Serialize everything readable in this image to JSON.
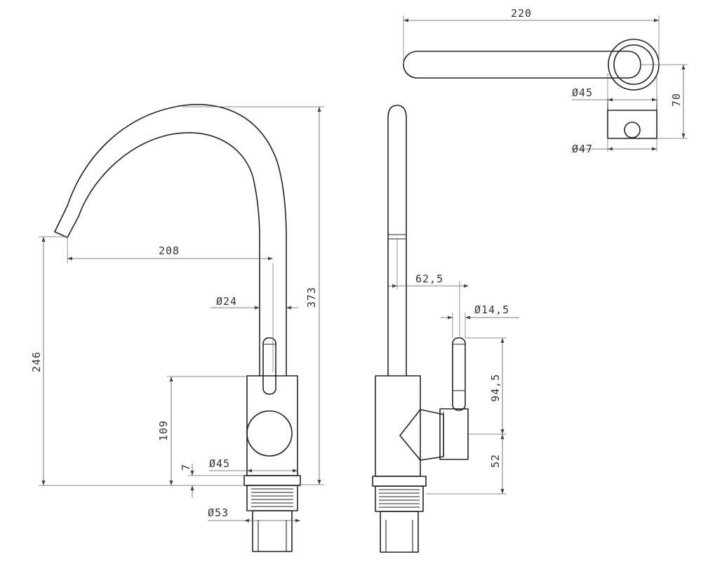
{
  "dimensions": {
    "top_length": "220",
    "top_dia_upper": "Ø45",
    "top_height": "70",
    "top_dia_lower": "Ø47",
    "spout_reach": "208",
    "tube_dia": "Ø24",
    "total_height": "373",
    "spout_height": "246",
    "body_height": "109",
    "base_gap": "7",
    "body_dia": "Ø45",
    "thread_dia": "Ø53",
    "handle_offset": "62,5",
    "handle_dia": "Ø14,5",
    "handle_height": "94,5",
    "lever_height": "52"
  },
  "colors": {
    "line": "#222222",
    "dimension_line": "#555555",
    "background": "#ffffff"
  }
}
